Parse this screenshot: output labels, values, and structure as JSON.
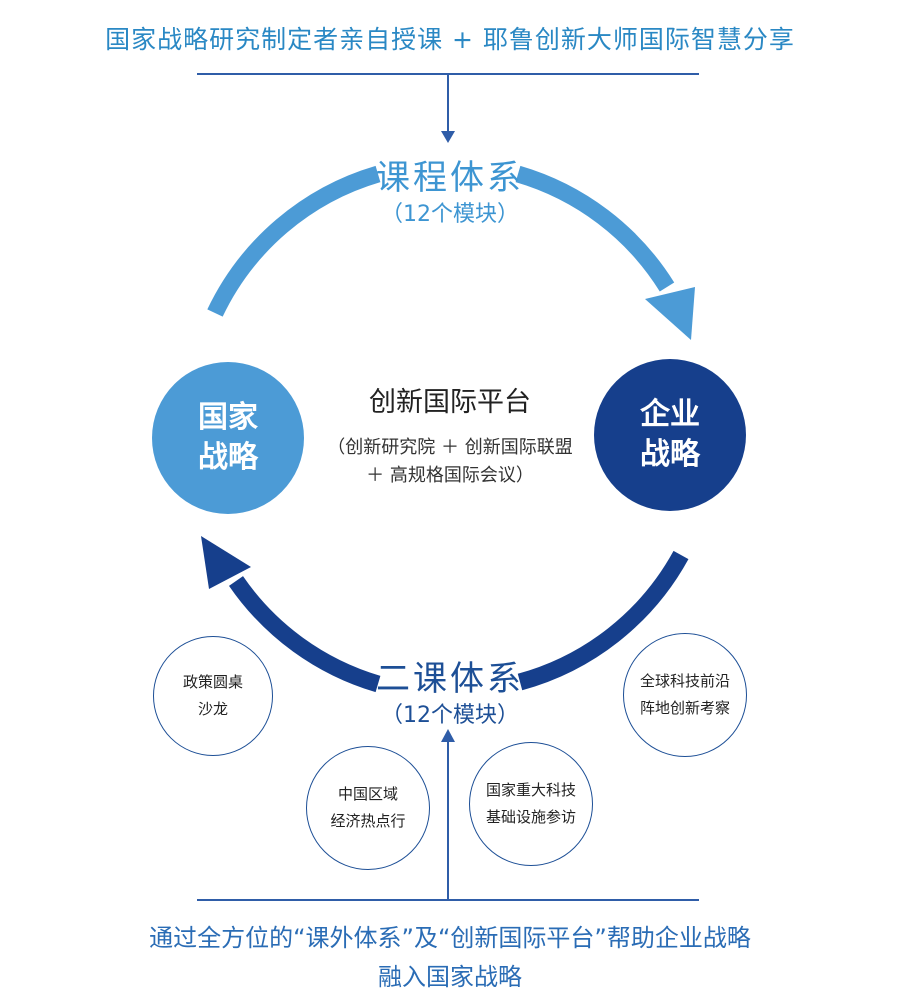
{
  "header": {
    "text": "国家战略研究制定者亲自授课 + 耶鲁创新大师国际智慧分享"
  },
  "course_system": {
    "title": "课程体系",
    "subtitle": "（12个模块）"
  },
  "extracurricular_system": {
    "title": "二课体系",
    "subtitle": "（12个模块）"
  },
  "nodes": {
    "national_strategy": {
      "line1": "国家",
      "line2": "战略"
    },
    "enterprise_strategy": {
      "line1": "企业",
      "line2": "战略"
    }
  },
  "platform": {
    "title": "创新国际平台",
    "line1": "（创新研究院 ＋ 创新国际联盟",
    "line2": "＋ 高规格国际会议）"
  },
  "activities": [
    {
      "line1": "政策圆桌",
      "line2": "沙龙"
    },
    {
      "line1": "全球科技前沿",
      "line2": "阵地创新考察"
    },
    {
      "line1": "中国区域",
      "line2": "经济热点行"
    },
    {
      "line1": "国家重大科技",
      "line2": "基础设施参访"
    }
  ],
  "footer": {
    "line1": "通过全方位的“课外体系”及“创新国际平台”帮助企业战略",
    "line2": "融入国家战略"
  },
  "colors": {
    "light_blue": "#4c9bd6",
    "dark_blue": "#163f8c",
    "rule": "#2f5da8"
  }
}
